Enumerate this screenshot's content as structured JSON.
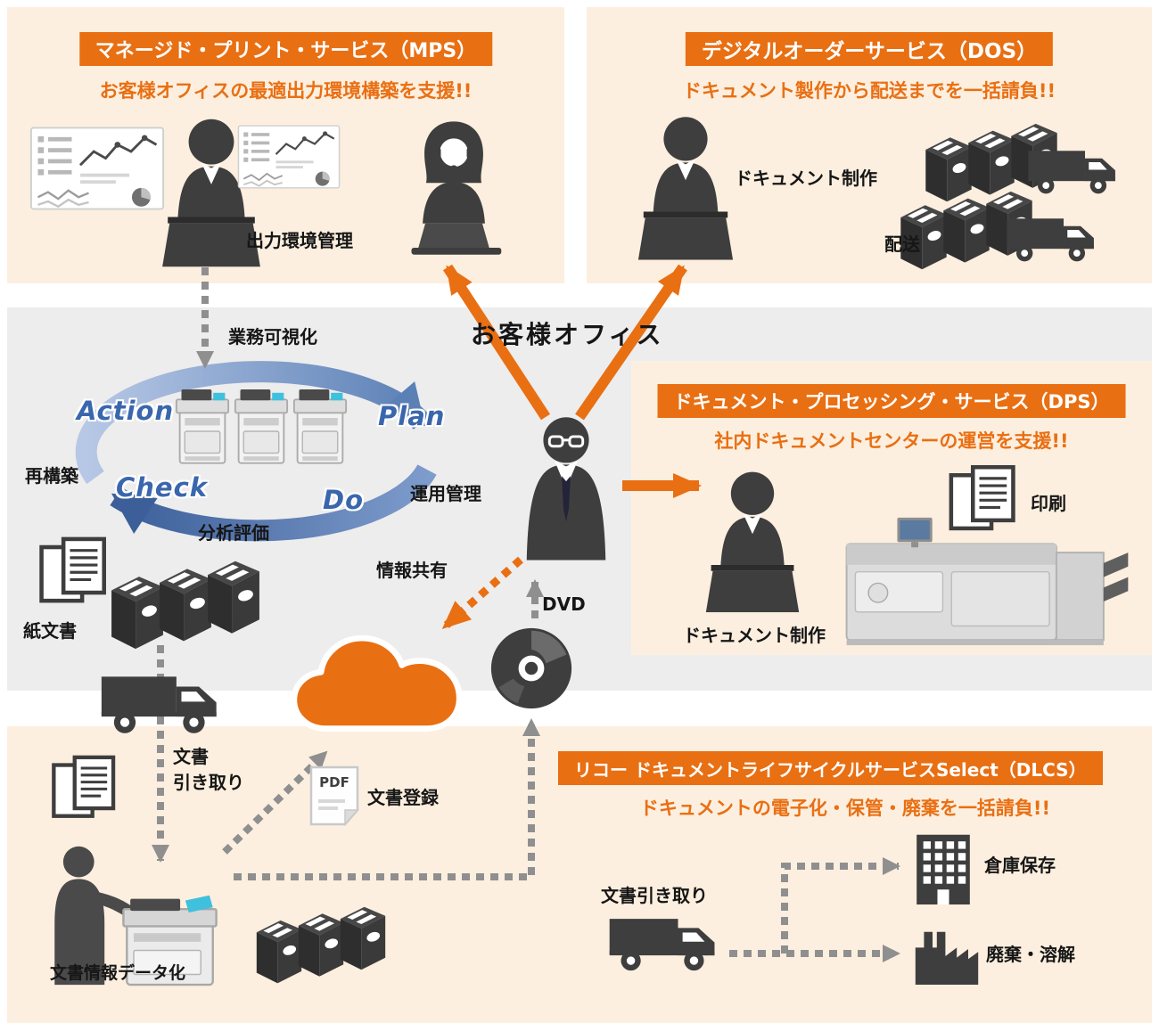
{
  "colors": {
    "orange": "#e96f13",
    "cream": "#fcefdf",
    "band_gray": "#ededed",
    "dark": "#3e3e3e",
    "blue": "#3a66ad"
  },
  "mps": {
    "title": "マネージド・プリント・サービス（MPS）",
    "subtitle": "お客様オフィスの最適出力環境構築を支援!!",
    "label_output_env": "出力環境管理"
  },
  "dos": {
    "title": "デジタルオーダーサービス（DOS）",
    "subtitle": "ドキュメント製作から配送までを一括請負!!",
    "label_doc_production": "ドキュメント制作",
    "label_delivery": "配送"
  },
  "dps": {
    "title": "ドキュメント・プロセッシング・サービス（DPS）",
    "subtitle": "社内ドキュメントセンターの運営を支援!!",
    "label_doc_production": "ドキュメント制作",
    "label_print": "印刷"
  },
  "dlcs": {
    "title": "リコー ドキュメントライフサイクルサービスSelect（DLCS）",
    "subtitle": "ドキュメントの電子化・保管・廃棄を一括請負!!",
    "label_doc_pickup": "文書引き取り",
    "label_storage": "倉庫保存",
    "label_disposal": "廃棄・溶解"
  },
  "center": {
    "title": "お客様オフィス",
    "pdca": {
      "action": "Action",
      "plan": "Plan",
      "check": "Check",
      "do": "Do"
    },
    "label_visualization": "業務可視化",
    "label_rebuild": "再構築",
    "label_analysis": "分析評価",
    "label_operation": "運用管理",
    "label_info_sharing": "情報共有",
    "label_dvd": "DVD"
  },
  "left_flow": {
    "label_paper_docs": "紙文書",
    "label_doc_pickup": "文書\n引き取り",
    "label_doc_register": "文書登録",
    "label_pdf": "PDF",
    "label_digitization": "文書情報データ化"
  }
}
